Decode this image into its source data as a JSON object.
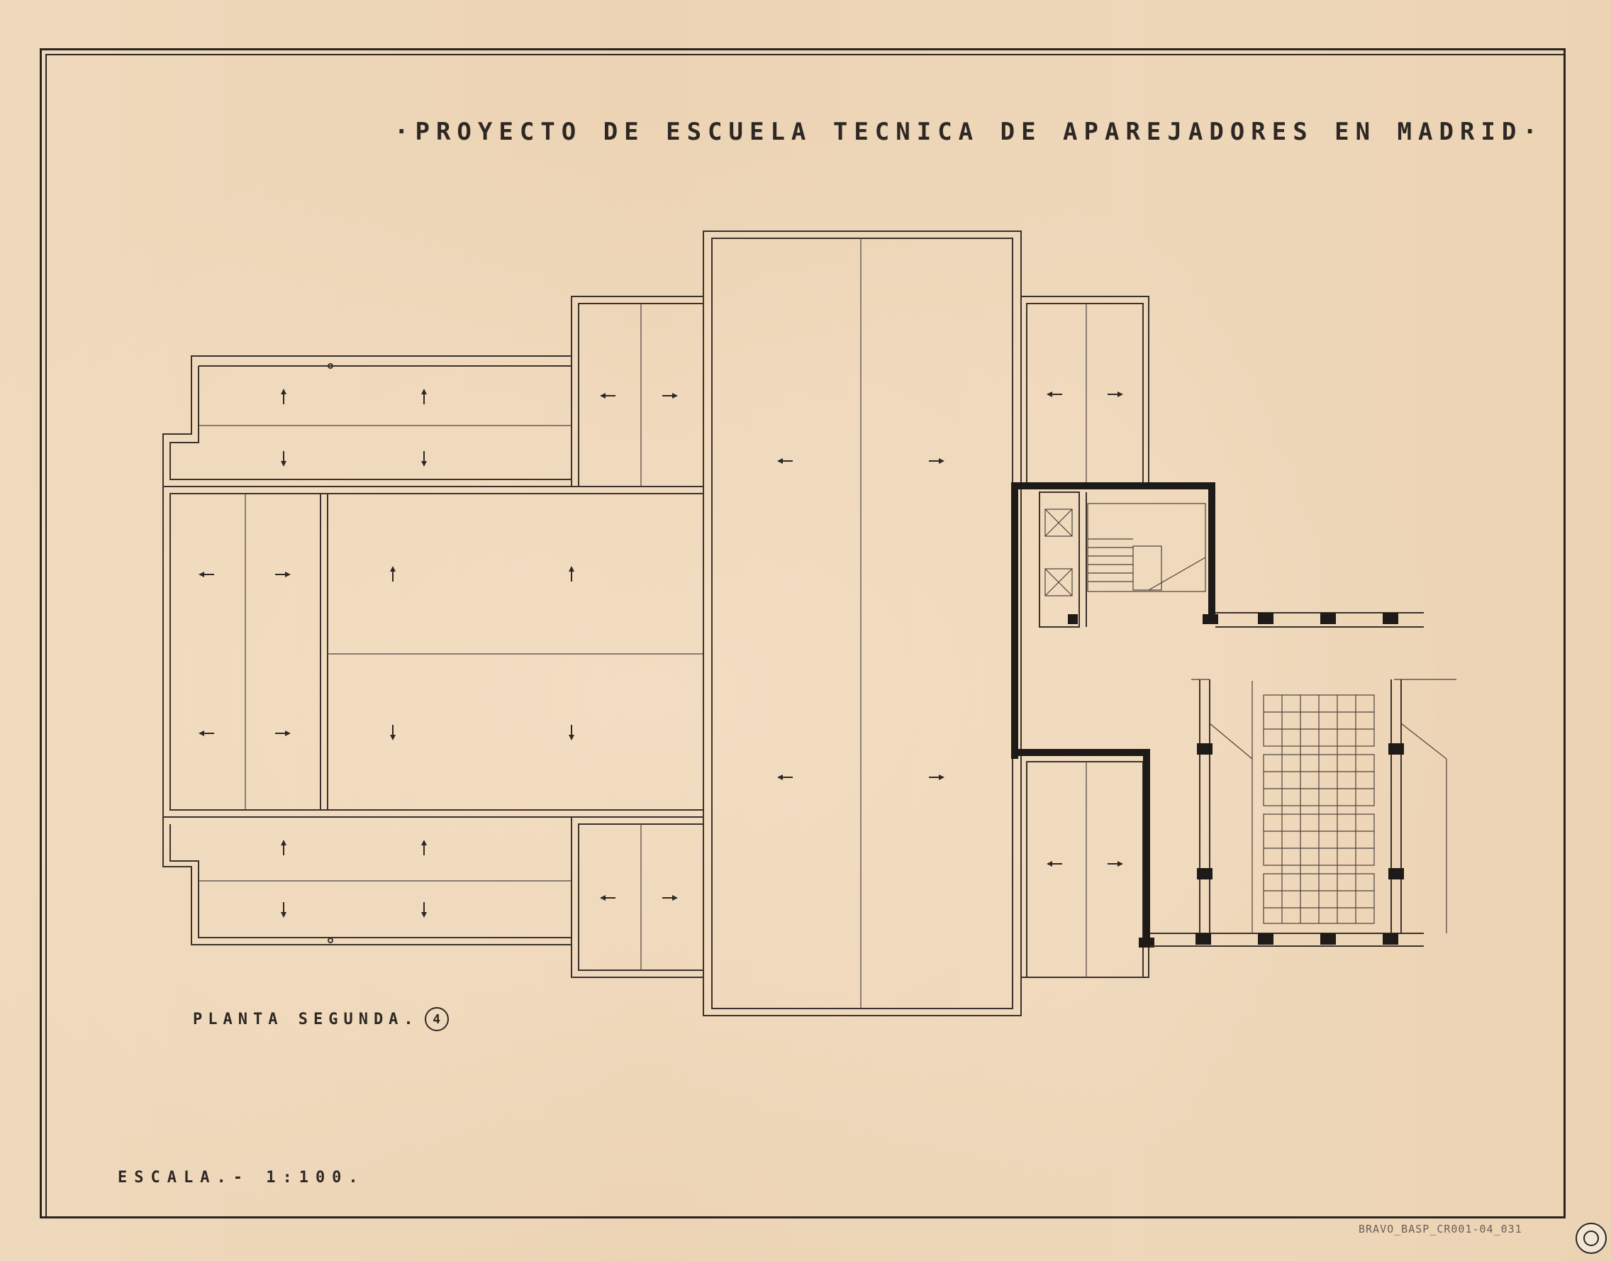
{
  "title": "·PROYECTO DE ESCUELA TECNICA DE APAREJADORES EN MADRID·",
  "plan_label": "PLANTA SEGUNDA.",
  "plan_number": "4",
  "scale": "ESCALA.- 1:100.",
  "reference": "BRAVO_BASP_CR001-04_031"
}
